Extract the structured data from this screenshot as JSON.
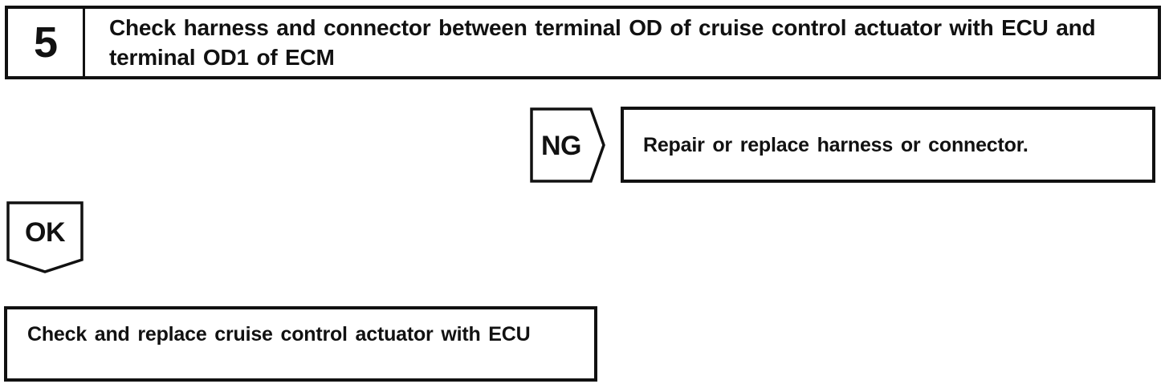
{
  "step": {
    "number": "5",
    "title": "Check harness and connector between terminal OD of cruise control actuator with ECU and terminal OD1 of ECM"
  },
  "branches": {
    "ng": {
      "label": "NG",
      "action": "Repair or replace harness or connector."
    },
    "ok": {
      "label": "OK",
      "action": "Check and replace cruise control actuator with ECU"
    }
  },
  "colors": {
    "ink": "#111111",
    "paper": "#ffffff"
  }
}
